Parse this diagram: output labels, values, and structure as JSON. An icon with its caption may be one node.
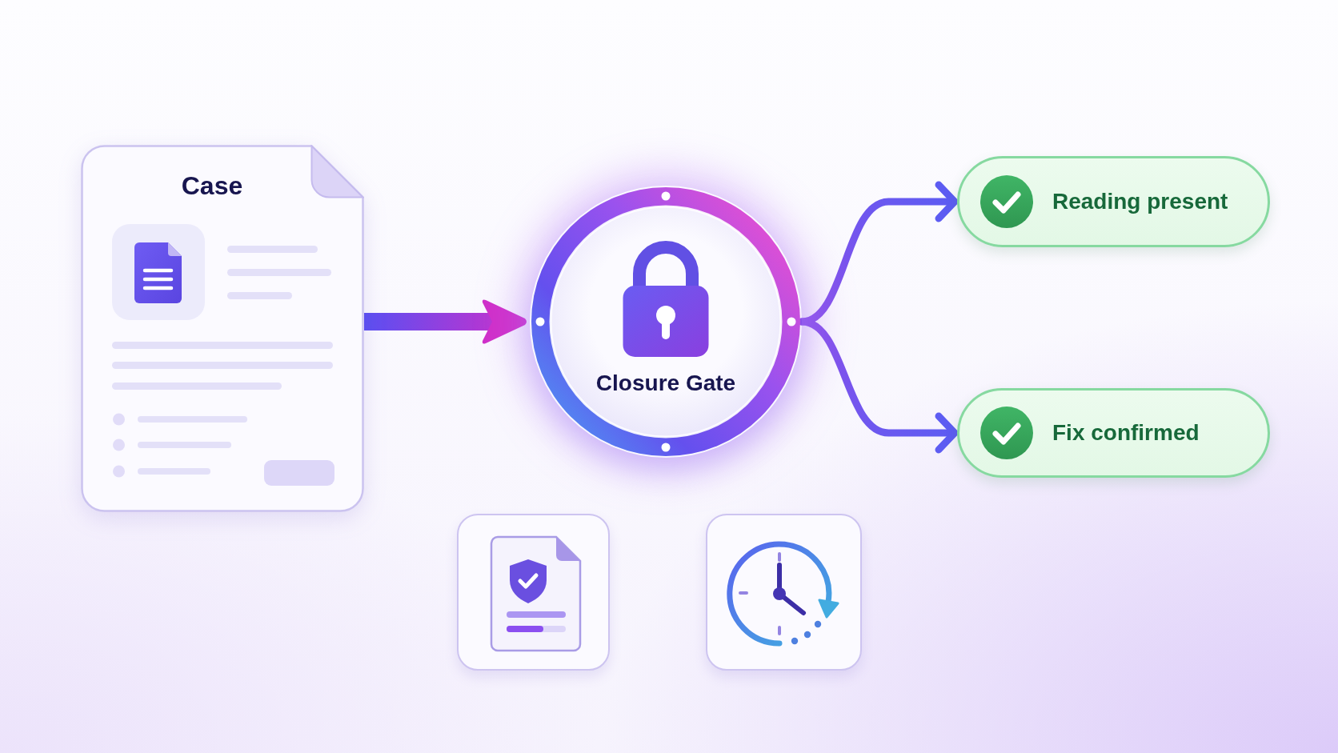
{
  "diagram": {
    "nodes": [
      {
        "text": [
          "Case"
        ]
      },
      {
        "text": [
          "Closure Gate"
        ]
      },
      {
        "text": [
          "Reading present"
        ]
      },
      {
        "text": [
          "Fix confirmed"
        ]
      },
      {
        "text": [],
        "shape": "picture"
      },
      {
        "text": [],
        "shape": "picture"
      }
    ],
    "edges": [
      {
        "from": 0,
        "to": 1,
        "arrow": "to",
        "style": "thick",
        "color": "#d02fc9"
      },
      {
        "from": 1,
        "to": 2,
        "arrow": "to"
      },
      {
        "from": 1,
        "to": 3,
        "arrow": "to"
      }
    ]
  }
}
